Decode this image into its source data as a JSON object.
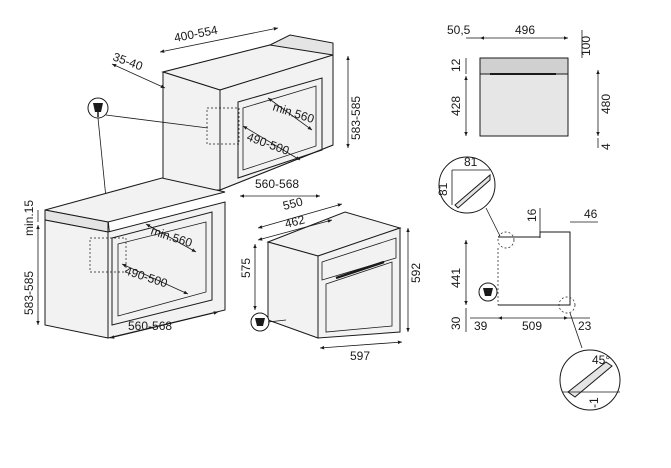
{
  "column_install": {
    "depth_range": "400-554",
    "top_gap": "35-40",
    "cutout_depth": "min.560",
    "cutout_height": "490-500",
    "cutout_width": "560-568",
    "cabinet_height": "583-585"
  },
  "undercounter_install": {
    "min_gap": "min.15",
    "cabinet_height": "583-585",
    "cutout_depth": "min.560",
    "cutout_height": "490-500",
    "cutout_width": "560-568"
  },
  "oven_dimensions": {
    "total_depth": "550",
    "body_depth": "462",
    "height_body": "575",
    "height_front": "592",
    "width": "597"
  },
  "top_view": {
    "front_depth": "50,5",
    "width": "496",
    "top_gap": "100",
    "panel": "12",
    "body_height": "428",
    "total_height": "480",
    "bottom_gap": "4"
  },
  "side_view": {
    "detail_a": "81",
    "detail_b": "81",
    "offset_a": "16",
    "offset_b": "46",
    "height": "441",
    "bottom": "30",
    "left": "39",
    "depth": "509",
    "right": "23",
    "angle": "45°",
    "tolerance": "-1"
  }
}
